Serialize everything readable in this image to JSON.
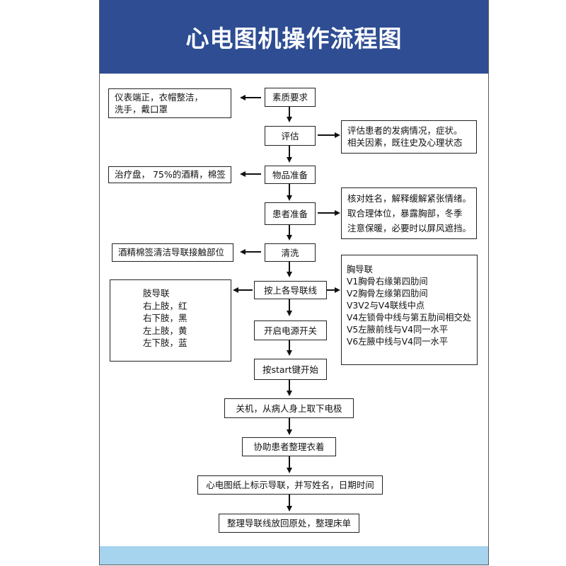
{
  "title": "心电图机操作流程图",
  "steps": {
    "s1": "素质要求",
    "s2": "评估",
    "s3": "物品准备",
    "s4": "患者准备",
    "s5": "清洗",
    "s6": "按上各导联线",
    "s7": "开启电源开关",
    "s8": "按start键开始",
    "s9": "关机，从病人身上取下电极",
    "s10": "协助患者整理衣着",
    "s11": "心电图纸上标示导联，并写姓名，日期时间",
    "s12": "整理导联线放回原处，整理床单"
  },
  "notes": {
    "n1": [
      "仪表端正，衣帽整洁，",
      "洗手，戴口罩"
    ],
    "n2": [
      "评估患者的发病情况，症状。",
      "相关因素，既往史及心理状态"
    ],
    "n3": [
      "治疗盘， 75%的酒精，棉签"
    ],
    "n4": [
      "核对姓名，解释缓解紧张情绪。",
      "取合理体位，暴露胸部，冬季",
      "注意保暖，必要时以屏风遮挡。"
    ],
    "n5": [
      "酒精棉签清洁导联接触部位"
    ],
    "limb": [
      "肢导联",
      "右上肢，红",
      "右下肢，黑",
      "左上肢，黄",
      "左下肢，蓝"
    ],
    "chest": [
      "胸导联",
      "V1胸骨右缘第四肋间",
      "V2胸骨左缘第四肋间",
      "V3V2与V4联线中点",
      "V4左锁骨中线与第五肋间相交处",
      "V5左腋前线与V4同一水平",
      "V6左腋中线与V4同一水平"
    ]
  },
  "colors": {
    "header": "#2e4d93",
    "footer": "#a6d3ee",
    "border": "#222222"
  }
}
